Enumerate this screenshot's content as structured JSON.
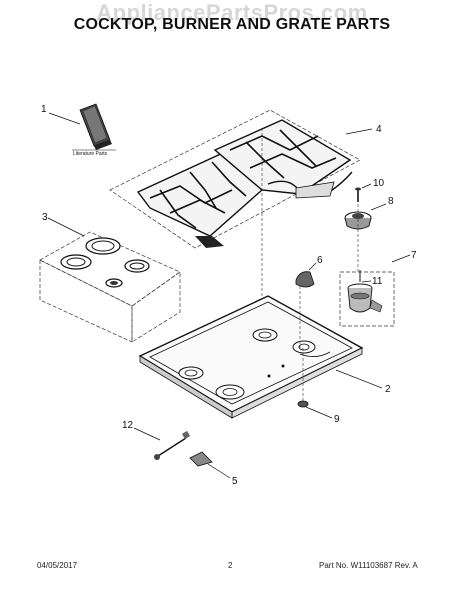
{
  "watermark": "AppliancePartsPros.com",
  "title": "COCKTOP, BURNER AND GRATE PARTS",
  "literature_label": "Literature Parts",
  "callouts": [
    "1",
    "2",
    "3",
    "4",
    "5",
    "6",
    "7",
    "8",
    "9",
    "10",
    "11",
    "12"
  ],
  "footer": {
    "date": "04/05/2017",
    "page": "2",
    "part_number": "Part No.  W11103687  Rev.  A"
  }
}
